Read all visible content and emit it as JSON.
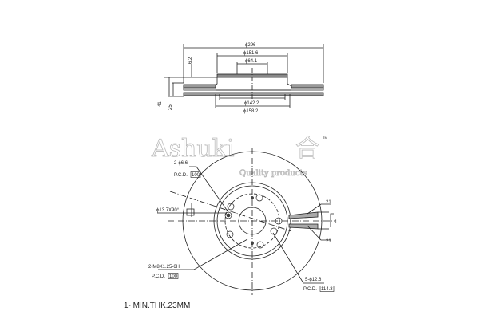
{
  "brand": {
    "name": "Ashuki",
    "symbol": "合",
    "tagline": "Quality products",
    "tm": "TM"
  },
  "section_view": {
    "dims": {
      "outer_dia": "ϕ296",
      "hat_dia": "ϕ151.6",
      "center_bore": "ϕ64.1",
      "hat_inner_dia": "ϕ142.2",
      "hat_outer_dia": "ϕ158.2",
      "total_height": "41",
      "disc_thickness": "25",
      "hat_thickness": "6.2"
    }
  },
  "front_view": {
    "callouts": {
      "small_holes": "2-ϕ6.6",
      "small_holes_pcd_label": "P.C.D.",
      "small_holes_pcd": "100",
      "chamfer": "ϕ13.7X90°",
      "threads": "2-M8X1.25-6H",
      "threads_pcd_label": "P.C.D.",
      "threads_pcd": "100",
      "bolt_holes": "5-ϕ12.6",
      "bolt_holes_pcd_label": "P.C.D.",
      "bolt_holes_pcd": "114.3",
      "vane_top": "21",
      "vane_bottom": "21",
      "section_mark": "1"
    }
  },
  "note": "1- MIN.THK.23MM"
}
